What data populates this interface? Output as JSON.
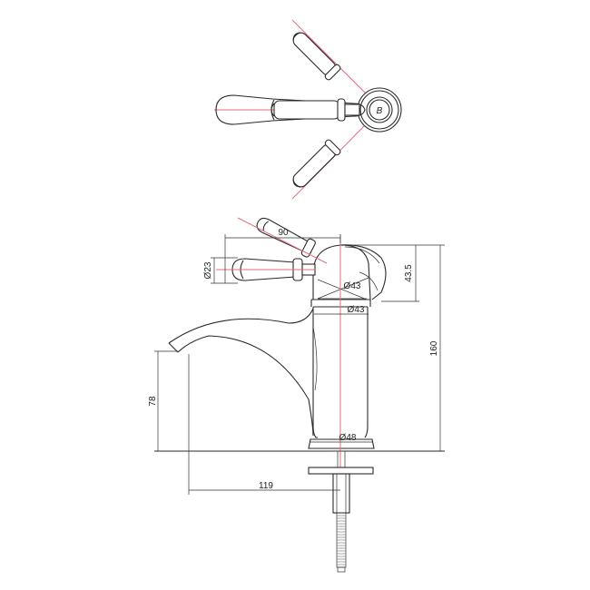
{
  "drawing": {
    "title": "Basin mixer tap technical drawing",
    "views": [
      "top-view",
      "side-elevation"
    ],
    "colors": {
      "line": "#2a2a2a",
      "centerline": "#e0707a",
      "background": "#ffffff"
    },
    "top_view": {
      "logo_glyph": "B"
    },
    "dimensions": {
      "handle_length": "90",
      "handle_diameter": "Ø23",
      "head_height": "43.5",
      "head_diameter": "Ø43",
      "body_diameter": "Ø43",
      "total_height": "160",
      "spout_height": "78",
      "base_diameter": "Ø48",
      "spout_reach": "119"
    }
  }
}
